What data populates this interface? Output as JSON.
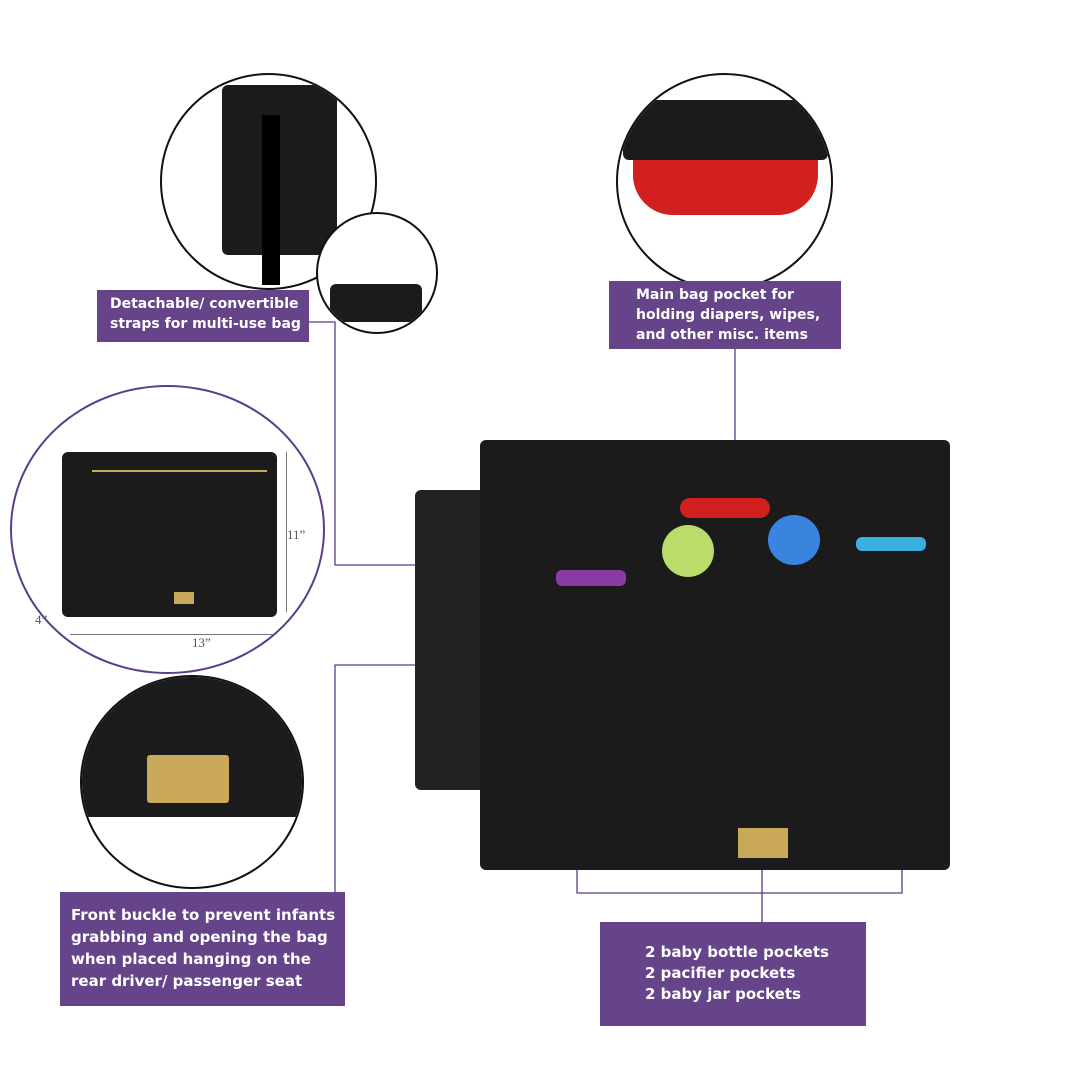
{
  "callouts": {
    "straps": [
      "Detachable/ convertible",
      "straps for multi-use bag"
    ],
    "main_pocket": [
      "Main bag pocket for",
      "holding diapers, wipes,",
      "and other misc. items"
    ],
    "buckle": [
      "Front buckle to prevent infants",
      "grabbing and opening the bag",
      "when placed hanging on the",
      "rear driver/ passenger seat"
    ],
    "pockets": [
      "2 baby bottle pockets",
      "2 pacifier pockets",
      "2 baby jar pockets"
    ]
  },
  "dimensions": {
    "height": "11”",
    "width": "13”",
    "depth": "4”"
  },
  "colors": {
    "accent": "#654489",
    "line": "#5a3d8c",
    "bag": "#1b1b1b",
    "gold": "#c9a85a"
  }
}
